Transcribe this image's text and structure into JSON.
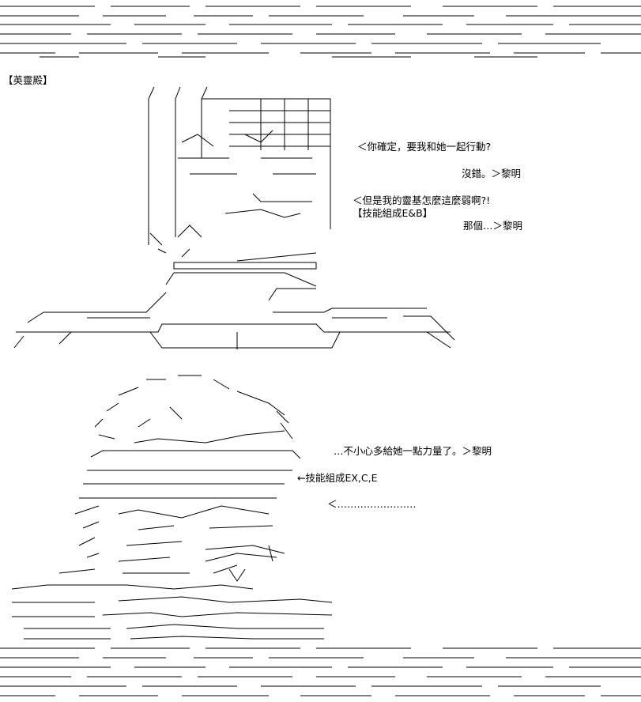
{
  "section_title": "【英靈殿】",
  "dialogue_top": [
    {
      "id": "q1",
      "text": "＜你確定，要我和她一起行動?"
    },
    {
      "id": "a1",
      "text": "沒錯。＞黎明"
    },
    {
      "id": "q2",
      "text": "＜但是我的靈基怎麼這麼弱啊?!"
    },
    {
      "id": "skill1",
      "text": "【技能組成E&B】"
    },
    {
      "id": "a2",
      "text": "那個…＞黎明"
    }
  ],
  "dialogue_bottom": [
    {
      "id": "b1",
      "text": "…不小心多給她一點力量了。＞黎明"
    },
    {
      "id": "b2",
      "text": "←技能組成EX,C,E"
    },
    {
      "id": "b3",
      "text": "＜……………………"
    }
  ]
}
